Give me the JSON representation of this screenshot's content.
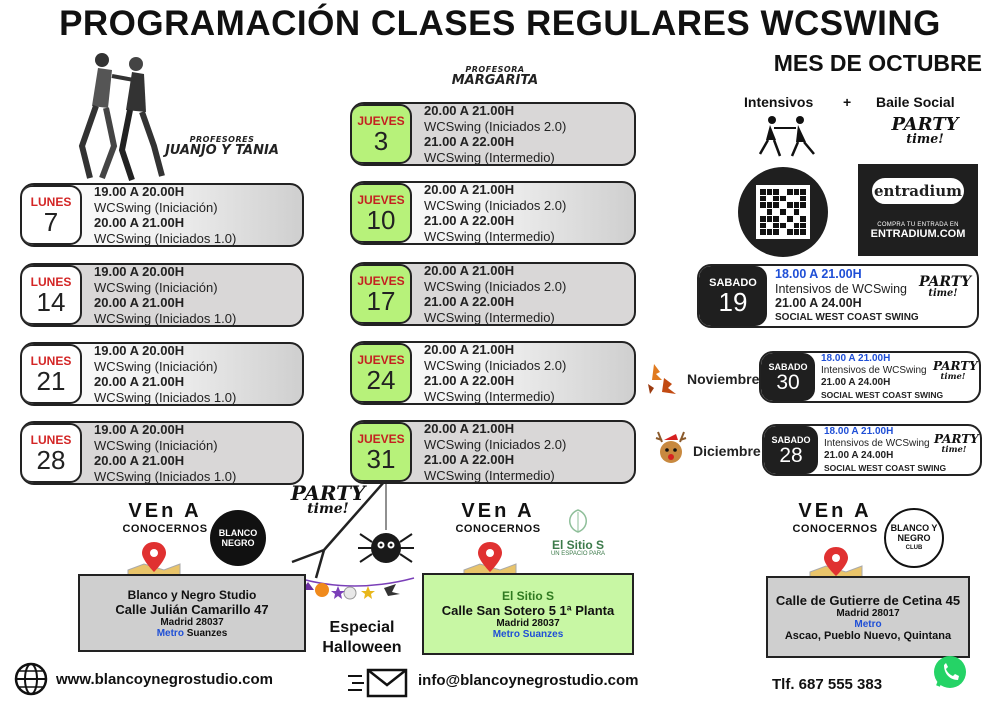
{
  "header": {
    "title": "PROGRAMACIÓN CLASES REGULARES WCSWING",
    "subtitle": "MES DE OCTUBRE"
  },
  "teachers": {
    "left_small": "PROFESORES",
    "left_big": "JUANJO Y TANIA",
    "mid_small": "PROFESORA",
    "mid_big": "MARGARITA"
  },
  "mondays": [
    {
      "day": "LUNES",
      "num": "7",
      "l1": "19.00 A 20.00H",
      "l2": "WCSwing (Iniciación)",
      "l3": "20.00 A 21.00H",
      "l4": "WCSwing (Iniciados 1.0)"
    },
    {
      "day": "LUNES",
      "num": "14",
      "l1": "19.00 A 20.00H",
      "l2": "WCSwing (Iniciación)",
      "l3": "20.00 A 21.00H",
      "l4": "WCSwing (Iniciados 1.0)"
    },
    {
      "day": "LUNES",
      "num": "21",
      "l1": "19.00 A 20.00H",
      "l2": "WCSwing (Iniciación)",
      "l3": "20.00 A 21.00H",
      "l4": "WCSwing (Iniciados 1.0)"
    },
    {
      "day": "LUNES",
      "num": "28",
      "l1": "19.00 A 20.00H",
      "l2": "WCSwing (Iniciación)",
      "l3": "20.00 A 21.00H",
      "l4": "WCSwing (Iniciados 1.0)"
    }
  ],
  "thursdays": [
    {
      "day": "JUEVES",
      "num": "3",
      "l1": "20.00 A 21.00H",
      "l2": "WCSwing (Iniciados 2.0)",
      "l3": "21.00 A 22.00H",
      "l4": "WCSwing (Intermedio)"
    },
    {
      "day": "JUEVES",
      "num": "10",
      "l1": "20.00 A 21.00H",
      "l2": "WCSwing (Iniciados 2.0)",
      "l3": "21.00 A 22.00H",
      "l4": "WCSwing (Intermedio)"
    },
    {
      "day": "JUEVES",
      "num": "17",
      "l1": "20.00 A 21.00H",
      "l2": "WCSwing (Iniciados 2.0)",
      "l3": "21.00 A 22.00H",
      "l4": "WCSwing (Intermedio)"
    },
    {
      "day": "JUEVES",
      "num": "24",
      "l1": "20.00 A 21.00H",
      "l2": "WCSwing (Iniciados 2.0)",
      "l3": "21.00 A 22.00H",
      "l4": "WCSwing (Intermedio)"
    },
    {
      "day": "JUEVES",
      "num": "31",
      "l1": "20.00 A 21.00H",
      "l2": "WCSwing (Iniciados 2.0)",
      "l3": "21.00 A 22.00H",
      "l4": "WCSwing (Intermedio)"
    }
  ],
  "side": {
    "intensivos": "Intensivos",
    "plus": "+",
    "baile_social": "Baile Social",
    "party1": "PARTY",
    "party2": "time!",
    "entradium_logo": "entradium",
    "entradium_small": "COMPRA TU ENTRADA EN",
    "entradium_site": "ENTRADIUM.COM"
  },
  "saturdays": [
    {
      "day": "SABADO",
      "num": "19",
      "l1": "18.00 A 21.00H",
      "l2": "Intensivos de WCSwing",
      "l3": "21.00 A 24.00H",
      "l4": "SOCIAL WEST COAST SWING"
    },
    {
      "month": "Noviembre",
      "day": "SABADO",
      "num": "30",
      "l1": "18.00 A 21.00H",
      "l2": "Intensivos de WCSwing",
      "l3": "21.00 A 24.00H",
      "l4": "SOCIAL WEST COAST SWING"
    },
    {
      "month": "Diciembre",
      "day": "SABADO",
      "num": "28",
      "l1": "18.00 A 21.00H",
      "l2": "Intensivos de WCSwing",
      "l3": "21.00 A 24.00H",
      "l4": "SOCIAL WEST COAST SWING"
    }
  ],
  "halloween": {
    "line1": "Especial",
    "line2": "Halloween"
  },
  "venues": [
    {
      "ven": "VEn A",
      "sub": "CONOCERNOS",
      "logo": "BLANCO NEGRO",
      "name": "Blanco y Negro Studio",
      "addr": "Calle Julián Camarillo 47",
      "city": "Madrid 28037",
      "metro_label": "Metro",
      "metro": "Suanzes"
    },
    {
      "ven": "VEn A",
      "sub": "CONOCERNOS",
      "logo": "El Sitio S",
      "logo_sub": "UN ESPACIO PARA",
      "name": "El Sitio S",
      "addr": "Calle San Sotero 5 1ª Planta",
      "city": "Madrid 28037",
      "metro_label": "Metro",
      "metro": "Suanzes"
    },
    {
      "ven": "VEn A",
      "sub": "CONOCERNOS",
      "logo": "BLANCO Y NEGRO",
      "logo_sub": "CLUB",
      "addr": "Calle de Gutierre de Cetina 45",
      "city": "Madrid 28017",
      "metro_label": "Metro",
      "metro": "Ascao, Pueblo Nuevo, Quintana"
    }
  ],
  "footer": {
    "web": "www.blancoynegrostudio.com",
    "email": "info@blancoynegrostudio.com",
    "phone": "Tlf. 687 555 383"
  },
  "colors": {
    "lime": "#b7f27a",
    "red_day": "#d32525",
    "blue_metro": "#1f4fd6",
    "dark": "#1f1f1f",
    "venue_grey": "#cfcfcf",
    "venue_green": "#c8f7a4"
  }
}
